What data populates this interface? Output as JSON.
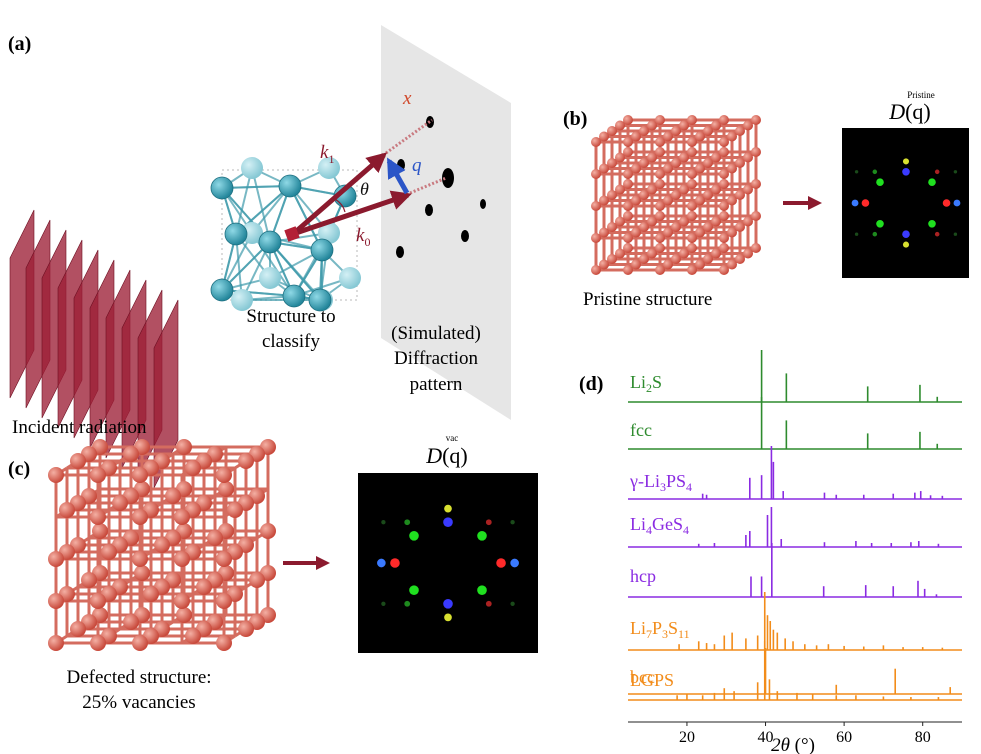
{
  "panels": {
    "a": {
      "label": "(a)",
      "incident_caption": "Incident radiation",
      "structure_caption": [
        "Structure to",
        "classify"
      ],
      "pattern_caption": [
        "(Simulated)",
        "Diffraction",
        "pattern"
      ],
      "sym_k1": "k",
      "sym_k1_sub": "1",
      "sym_k0": "k",
      "sym_k0_sub": "0",
      "sym_q": "q",
      "sym_theta": "θ",
      "sym_x": "x"
    },
    "b": {
      "label": "(b)",
      "caption": "Pristine structure",
      "dq_sup": "Pristine",
      "dq_main": "D",
      "dq_arg": "(q)"
    },
    "c": {
      "label": "(c)",
      "caption": [
        "Defected structure:",
        "25% vacancies"
      ],
      "dq_sup": "vac",
      "dq_main": "D",
      "dq_arg": "(q)"
    },
    "d": {
      "label": "(d)"
    }
  },
  "colors": {
    "dark_red": "#8b1a2e",
    "q_blue": "#2b55c7",
    "x_orange": "#d0482a",
    "atom_teal": "#3aa8bd",
    "lattice_red": "#d9685a",
    "green": "#2e8b2e",
    "purple": "#8a2be2",
    "orange": "#f28c1a"
  },
  "chart_data": {
    "type": "line",
    "title": "",
    "xlabel_main": "2θ",
    "xlabel_unit": "(°)",
    "xlim": [
      5,
      90
    ],
    "xticks": [
      20,
      40,
      60,
      80
    ],
    "series": [
      {
        "name": "Li2S",
        "display": [
          [
            "Li",
            ""
          ],
          [
            "2",
            "sub"
          ],
          [
            "S",
            ""
          ]
        ],
        "color": "#2e8b2e",
        "peaks": [
          [
            39.0,
            1.0
          ],
          [
            45.3,
            0.55
          ],
          [
            66.0,
            0.3
          ],
          [
            79.3,
            0.33
          ],
          [
            83.7,
            0.1
          ]
        ]
      },
      {
        "name": "fcc",
        "display": [
          [
            "fcc",
            ""
          ]
        ],
        "color": "#2e8b2e",
        "peaks": [
          [
            39.0,
            1.0
          ],
          [
            45.3,
            0.55
          ],
          [
            66.0,
            0.3
          ],
          [
            79.3,
            0.33
          ],
          [
            83.7,
            0.1
          ]
        ]
      },
      {
        "name": "γ-Li3PS4",
        "display": [
          [
            "γ-Li",
            ""
          ],
          [
            "3",
            "sub"
          ],
          [
            "PS",
            ""
          ],
          [
            "4",
            "sub"
          ]
        ],
        "color": "#8a2be2",
        "peaks": [
          [
            24.0,
            0.1
          ],
          [
            25.0,
            0.08
          ],
          [
            36.0,
            0.4
          ],
          [
            39.0,
            0.45
          ],
          [
            41.5,
            1.0
          ],
          [
            42.0,
            0.7
          ],
          [
            44.5,
            0.15
          ],
          [
            55.0,
            0.12
          ],
          [
            58.0,
            0.08
          ],
          [
            65.0,
            0.08
          ],
          [
            72.5,
            0.1
          ],
          [
            78.0,
            0.12
          ],
          [
            79.5,
            0.15
          ],
          [
            82.0,
            0.07
          ],
          [
            85.0,
            0.06
          ]
        ]
      },
      {
        "name": "Li4GeS4",
        "display": [
          [
            "Li",
            ""
          ],
          [
            "4",
            "sub"
          ],
          [
            "GeS",
            ""
          ],
          [
            "4",
            "sub"
          ]
        ],
        "color": "#8a2be2",
        "peaks": [
          [
            23.0,
            0.08
          ],
          [
            27.0,
            0.1
          ],
          [
            35.0,
            0.3
          ],
          [
            36.0,
            0.4
          ],
          [
            40.5,
            0.8
          ],
          [
            41.5,
            1.0
          ],
          [
            44.0,
            0.2
          ],
          [
            55.0,
            0.12
          ],
          [
            63.0,
            0.15
          ],
          [
            67.0,
            0.1
          ],
          [
            72.0,
            0.1
          ],
          [
            77.0,
            0.12
          ],
          [
            79.0,
            0.15
          ],
          [
            84.0,
            0.08
          ]
        ]
      },
      {
        "name": "hcp",
        "display": [
          [
            "hcp",
            ""
          ]
        ],
        "color": "#8a2be2",
        "peaks": [
          [
            36.3,
            0.38
          ],
          [
            39.0,
            0.38
          ],
          [
            41.6,
            1.0
          ],
          [
            54.8,
            0.2
          ],
          [
            65.5,
            0.22
          ],
          [
            72.5,
            0.2
          ],
          [
            78.8,
            0.3
          ],
          [
            80.5,
            0.15
          ],
          [
            83.5,
            0.05
          ]
        ]
      },
      {
        "name": "Li7P3S11",
        "display": [
          [
            "Li",
            ""
          ],
          [
            "7",
            "sub"
          ],
          [
            "P",
            ""
          ],
          [
            "3",
            "sub"
          ],
          [
            "S",
            ""
          ],
          [
            "11",
            "sub"
          ]
        ],
        "color": "#f28c1a",
        "peaks": [
          [
            18.0,
            0.1
          ],
          [
            23.0,
            0.15
          ],
          [
            25.0,
            0.12
          ],
          [
            27.0,
            0.1
          ],
          [
            29.5,
            0.25
          ],
          [
            31.5,
            0.3
          ],
          [
            35.0,
            0.2
          ],
          [
            38.0,
            0.25
          ],
          [
            39.8,
            1.0
          ],
          [
            40.5,
            0.6
          ],
          [
            41.2,
            0.5
          ],
          [
            42.0,
            0.35
          ],
          [
            43.0,
            0.3
          ],
          [
            45.0,
            0.2
          ],
          [
            47.0,
            0.15
          ],
          [
            50.0,
            0.1
          ],
          [
            53.0,
            0.08
          ],
          [
            56.0,
            0.1
          ],
          [
            60.0,
            0.07
          ],
          [
            65.0,
            0.06
          ],
          [
            70.0,
            0.08
          ],
          [
            75.0,
            0.05
          ],
          [
            80.0,
            0.05
          ],
          [
            85.0,
            0.04
          ]
        ]
      },
      {
        "name": "LGPS",
        "display": [
          [
            "LGPS",
            ""
          ]
        ],
        "color": "#f28c1a",
        "peaks": [
          [
            17.5,
            0.08
          ],
          [
            20.0,
            0.1
          ],
          [
            24.0,
            0.08
          ],
          [
            27.0,
            0.12
          ],
          [
            29.5,
            0.2
          ],
          [
            32.0,
            0.15
          ],
          [
            38.0,
            0.3
          ],
          [
            39.8,
            1.0
          ],
          [
            41.0,
            0.35
          ],
          [
            43.0,
            0.15
          ],
          [
            48.0,
            0.12
          ],
          [
            52.0,
            0.1
          ],
          [
            58.0,
            0.08
          ],
          [
            63.0,
            0.08
          ],
          [
            70.0,
            0.06
          ],
          [
            77.0,
            0.05
          ],
          [
            84.0,
            0.05
          ]
        ]
      },
      {
        "name": "bcc",
        "display": [
          [
            "bcc",
            ""
          ]
        ],
        "color": "#f28c1a",
        "peaks": [
          [
            40.0,
            1.0
          ],
          [
            58.0,
            0.2
          ],
          [
            73.0,
            0.55
          ],
          [
            87.0,
            0.15
          ]
        ]
      }
    ]
  }
}
